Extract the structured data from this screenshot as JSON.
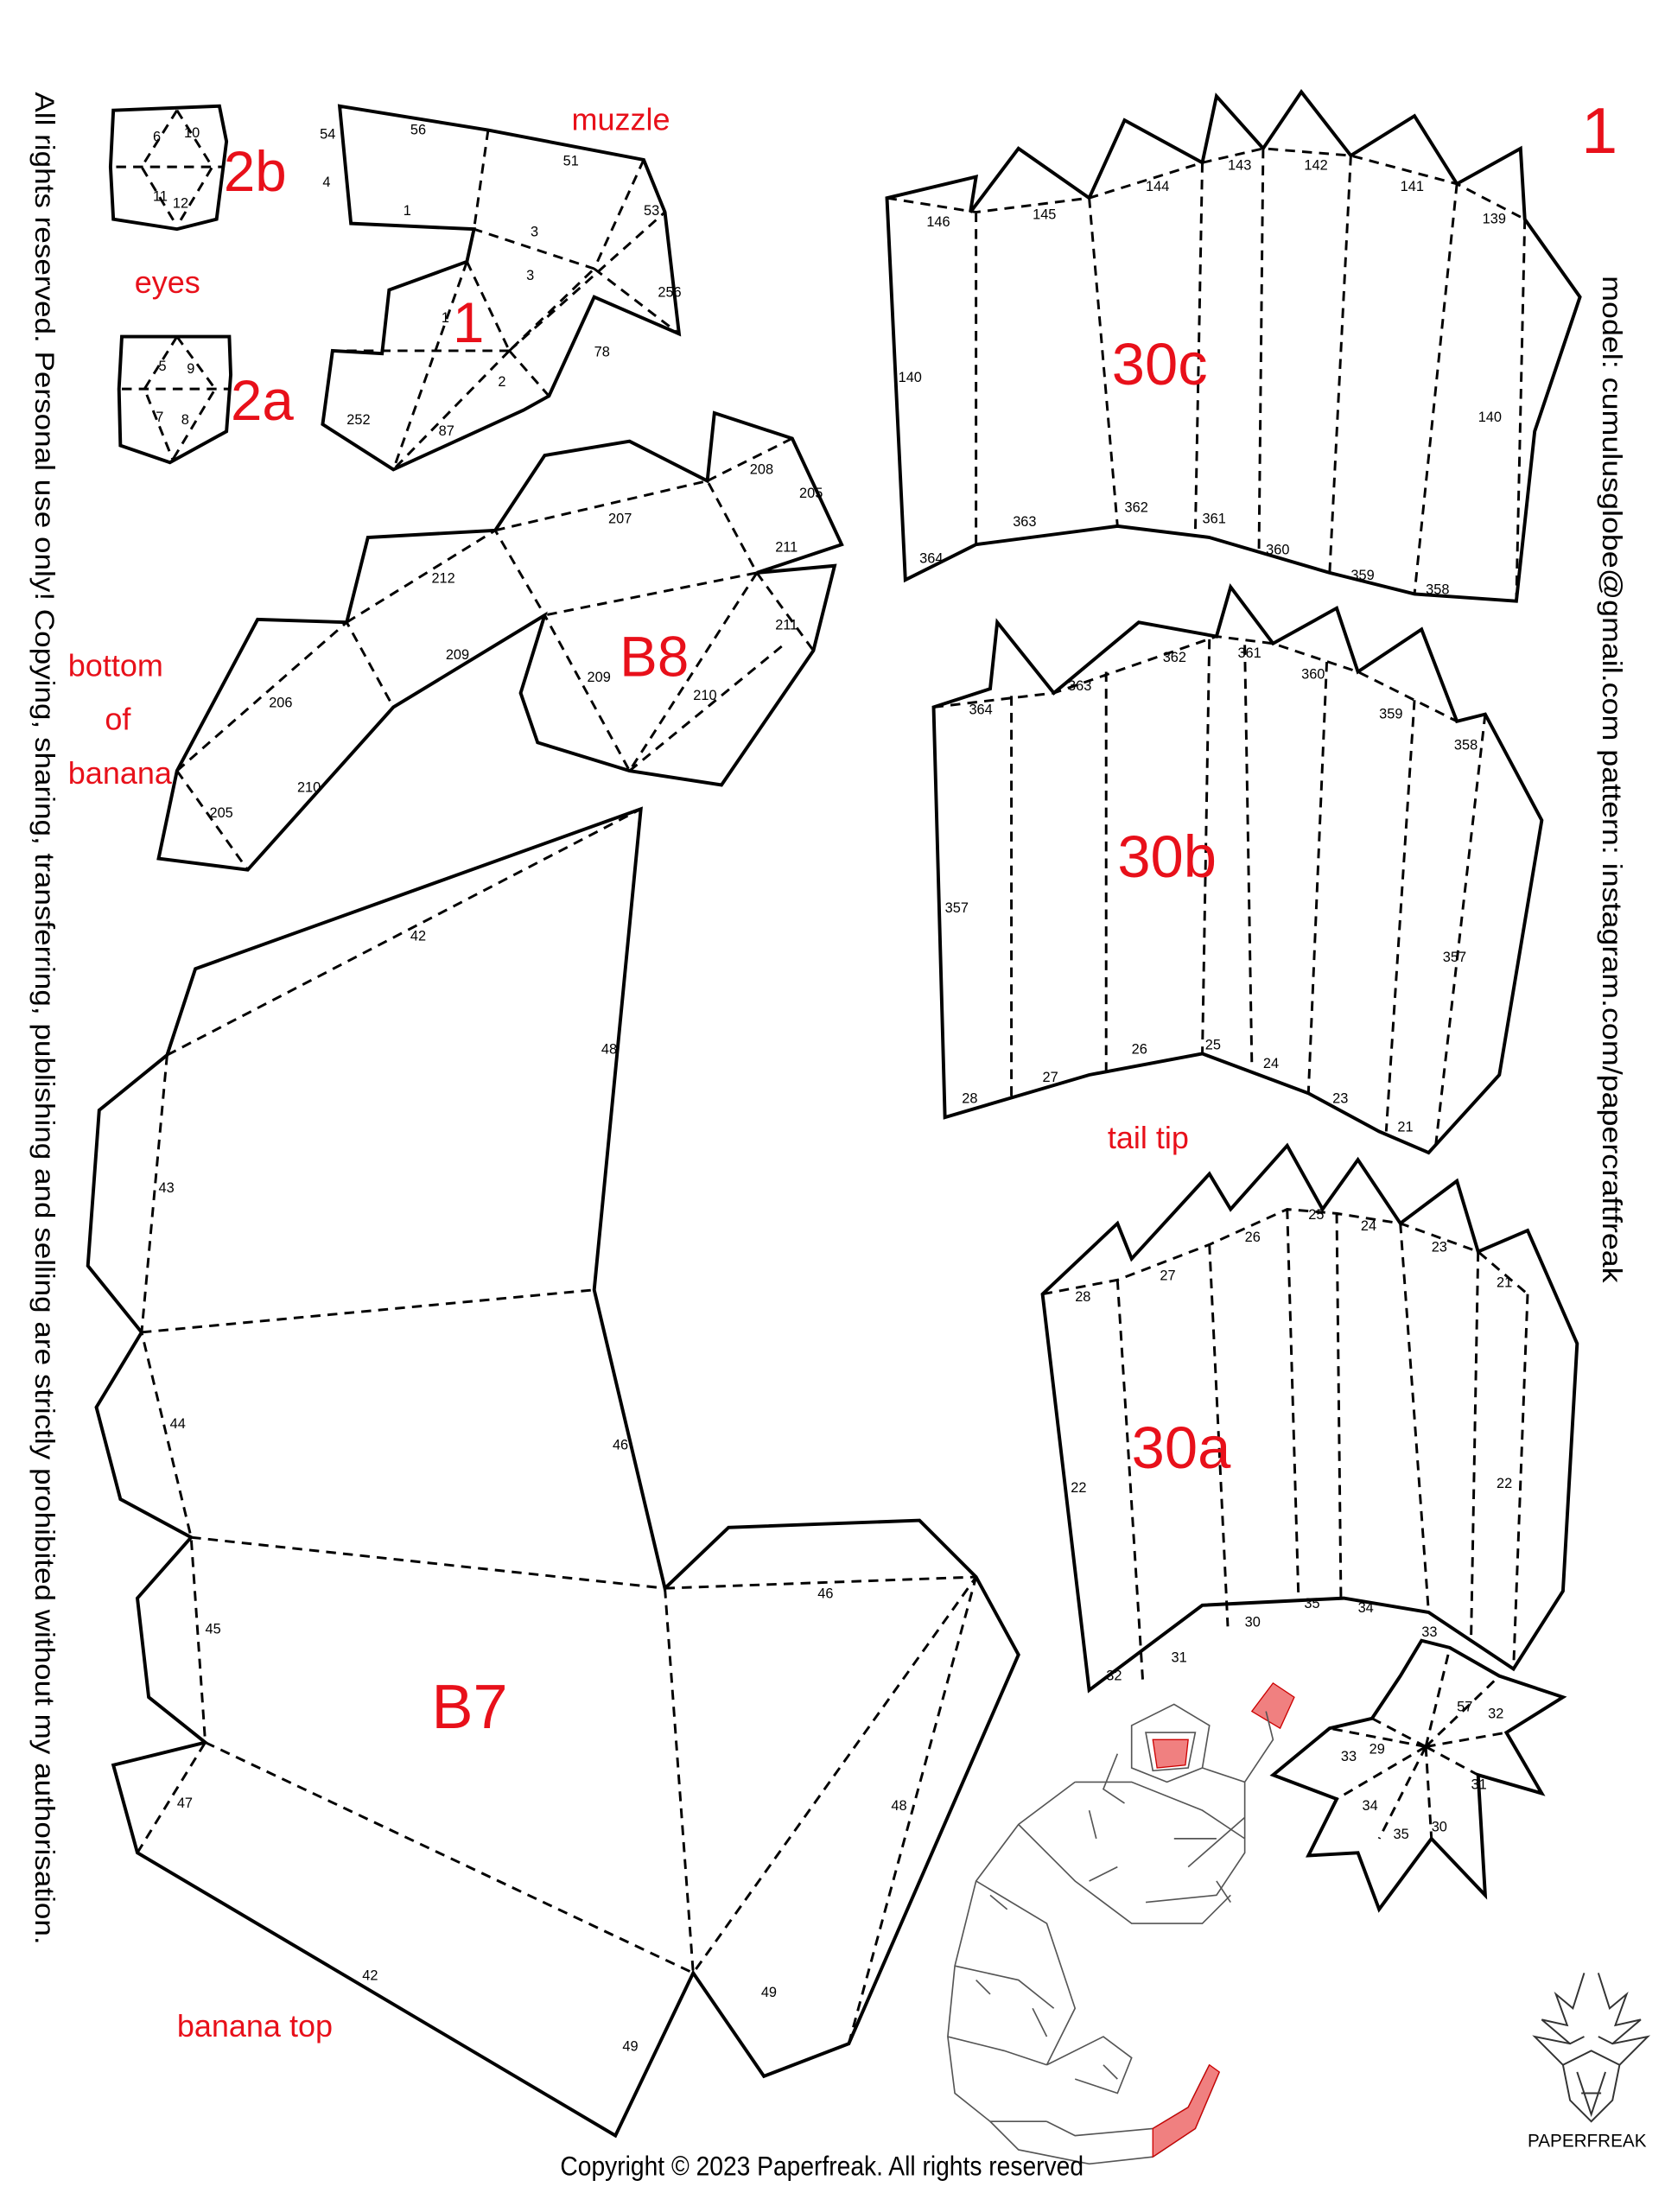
{
  "page_number": "1",
  "left_notice": "All rights reserved. Personal use only! Copying, sharing, transferring, publishing and selling are strictly prohibited without my authorisation.",
  "right_credit": "model: cumulusglobe@gmail.com pattern:   instagram.com/papercraftfreak",
  "copyright": "Copyright © 2023 Paperfreak. All rights reserved",
  "logo_text": "PAPERFREAK",
  "parts": {
    "eyes": {
      "label": "eyes",
      "ids": [
        "2b",
        "2a"
      ]
    },
    "muzzle": {
      "label": "muzzle",
      "id": "1"
    },
    "banana_bottom": {
      "label_lines": [
        "bottom",
        "of",
        "banana"
      ],
      "id": "B8"
    },
    "banana_top": {
      "label": "banana top",
      "id": "B7"
    },
    "tail": {
      "label": "tail tip",
      "ids": [
        "30c",
        "30b",
        "30a"
      ]
    }
  },
  "edge_numbers": [
    "6",
    "10",
    "11",
    "12",
    "5",
    "9",
    "7",
    "8",
    "54",
    "56",
    "51",
    "4",
    "1",
    "3",
    "53",
    "256",
    "3",
    "1",
    "2",
    "78",
    "252",
    "87",
    "208",
    "205",
    "207",
    "212",
    "211",
    "209",
    "211",
    "209",
    "210",
    "206",
    "210",
    "205",
    "42",
    "48",
    "43",
    "44",
    "46",
    "45",
    "47",
    "46",
    "48",
    "49",
    "42",
    "49",
    "146",
    "145",
    "144",
    "143",
    "142",
    "141",
    "139",
    "140",
    "140",
    "364",
    "363",
    "362",
    "361",
    "360",
    "359",
    "358",
    "364",
    "363",
    "362",
    "361",
    "360",
    "359",
    "358",
    "357",
    "357",
    "28",
    "27",
    "26",
    "25",
    "24",
    "23",
    "21",
    "28",
    "27",
    "26",
    "25",
    "24",
    "23",
    "21",
    "22",
    "22",
    "32",
    "31",
    "30",
    "35",
    "34",
    "33",
    "33",
    "29",
    "34",
    "35",
    "30",
    "31",
    "32",
    "57"
  ]
}
